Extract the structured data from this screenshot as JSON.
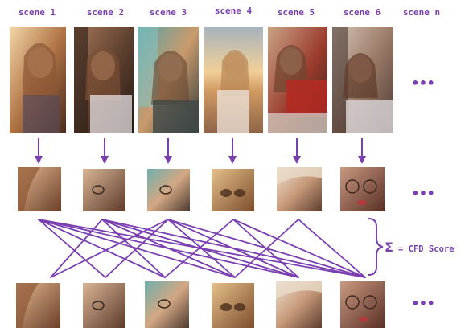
{
  "accent_color": "#7a3fb0",
  "scenes": [
    {
      "label": "scene 1",
      "icon": "portrait-woman-window-sunlight",
      "face_icon": "face-closeup-woman",
      "bottom_icon": "face-closeup-woman"
    },
    {
      "label": "scene 2",
      "icon": "portrait-woman-window-sitting",
      "face_icon": "face-closeup-woman-glasses",
      "bottom_icon": "face-closeup-woman-glasses"
    },
    {
      "label": "scene 3",
      "icon": "portrait-woman-train-window",
      "face_icon": "face-closeup-woman-glasses",
      "bottom_icon": "face-closeup-woman-glasses"
    },
    {
      "label": "scene 4",
      "icon": "portrait-woman-beach-sunset",
      "face_icon": "face-closeup-woman-sunglasses",
      "bottom_icon": "face-closeup-woman-sunglasses"
    },
    {
      "label": "scene 5",
      "icon": "portrait-woman-desk-red-dress",
      "face_icon": "face-closeup-woman-hair",
      "bottom_icon": "face-closeup-woman-hair"
    },
    {
      "label": "scene 6",
      "icon": "portrait-woman-resting-window",
      "face_icon": "face-closeup-woman-glasses-red",
      "bottom_icon": "face-closeup-woman-glasses-red"
    }
  ],
  "scene_n_label": "scene n",
  "ellipsis": "•••",
  "sum_symbol": "Σ",
  "score_label": "= CFD Score"
}
